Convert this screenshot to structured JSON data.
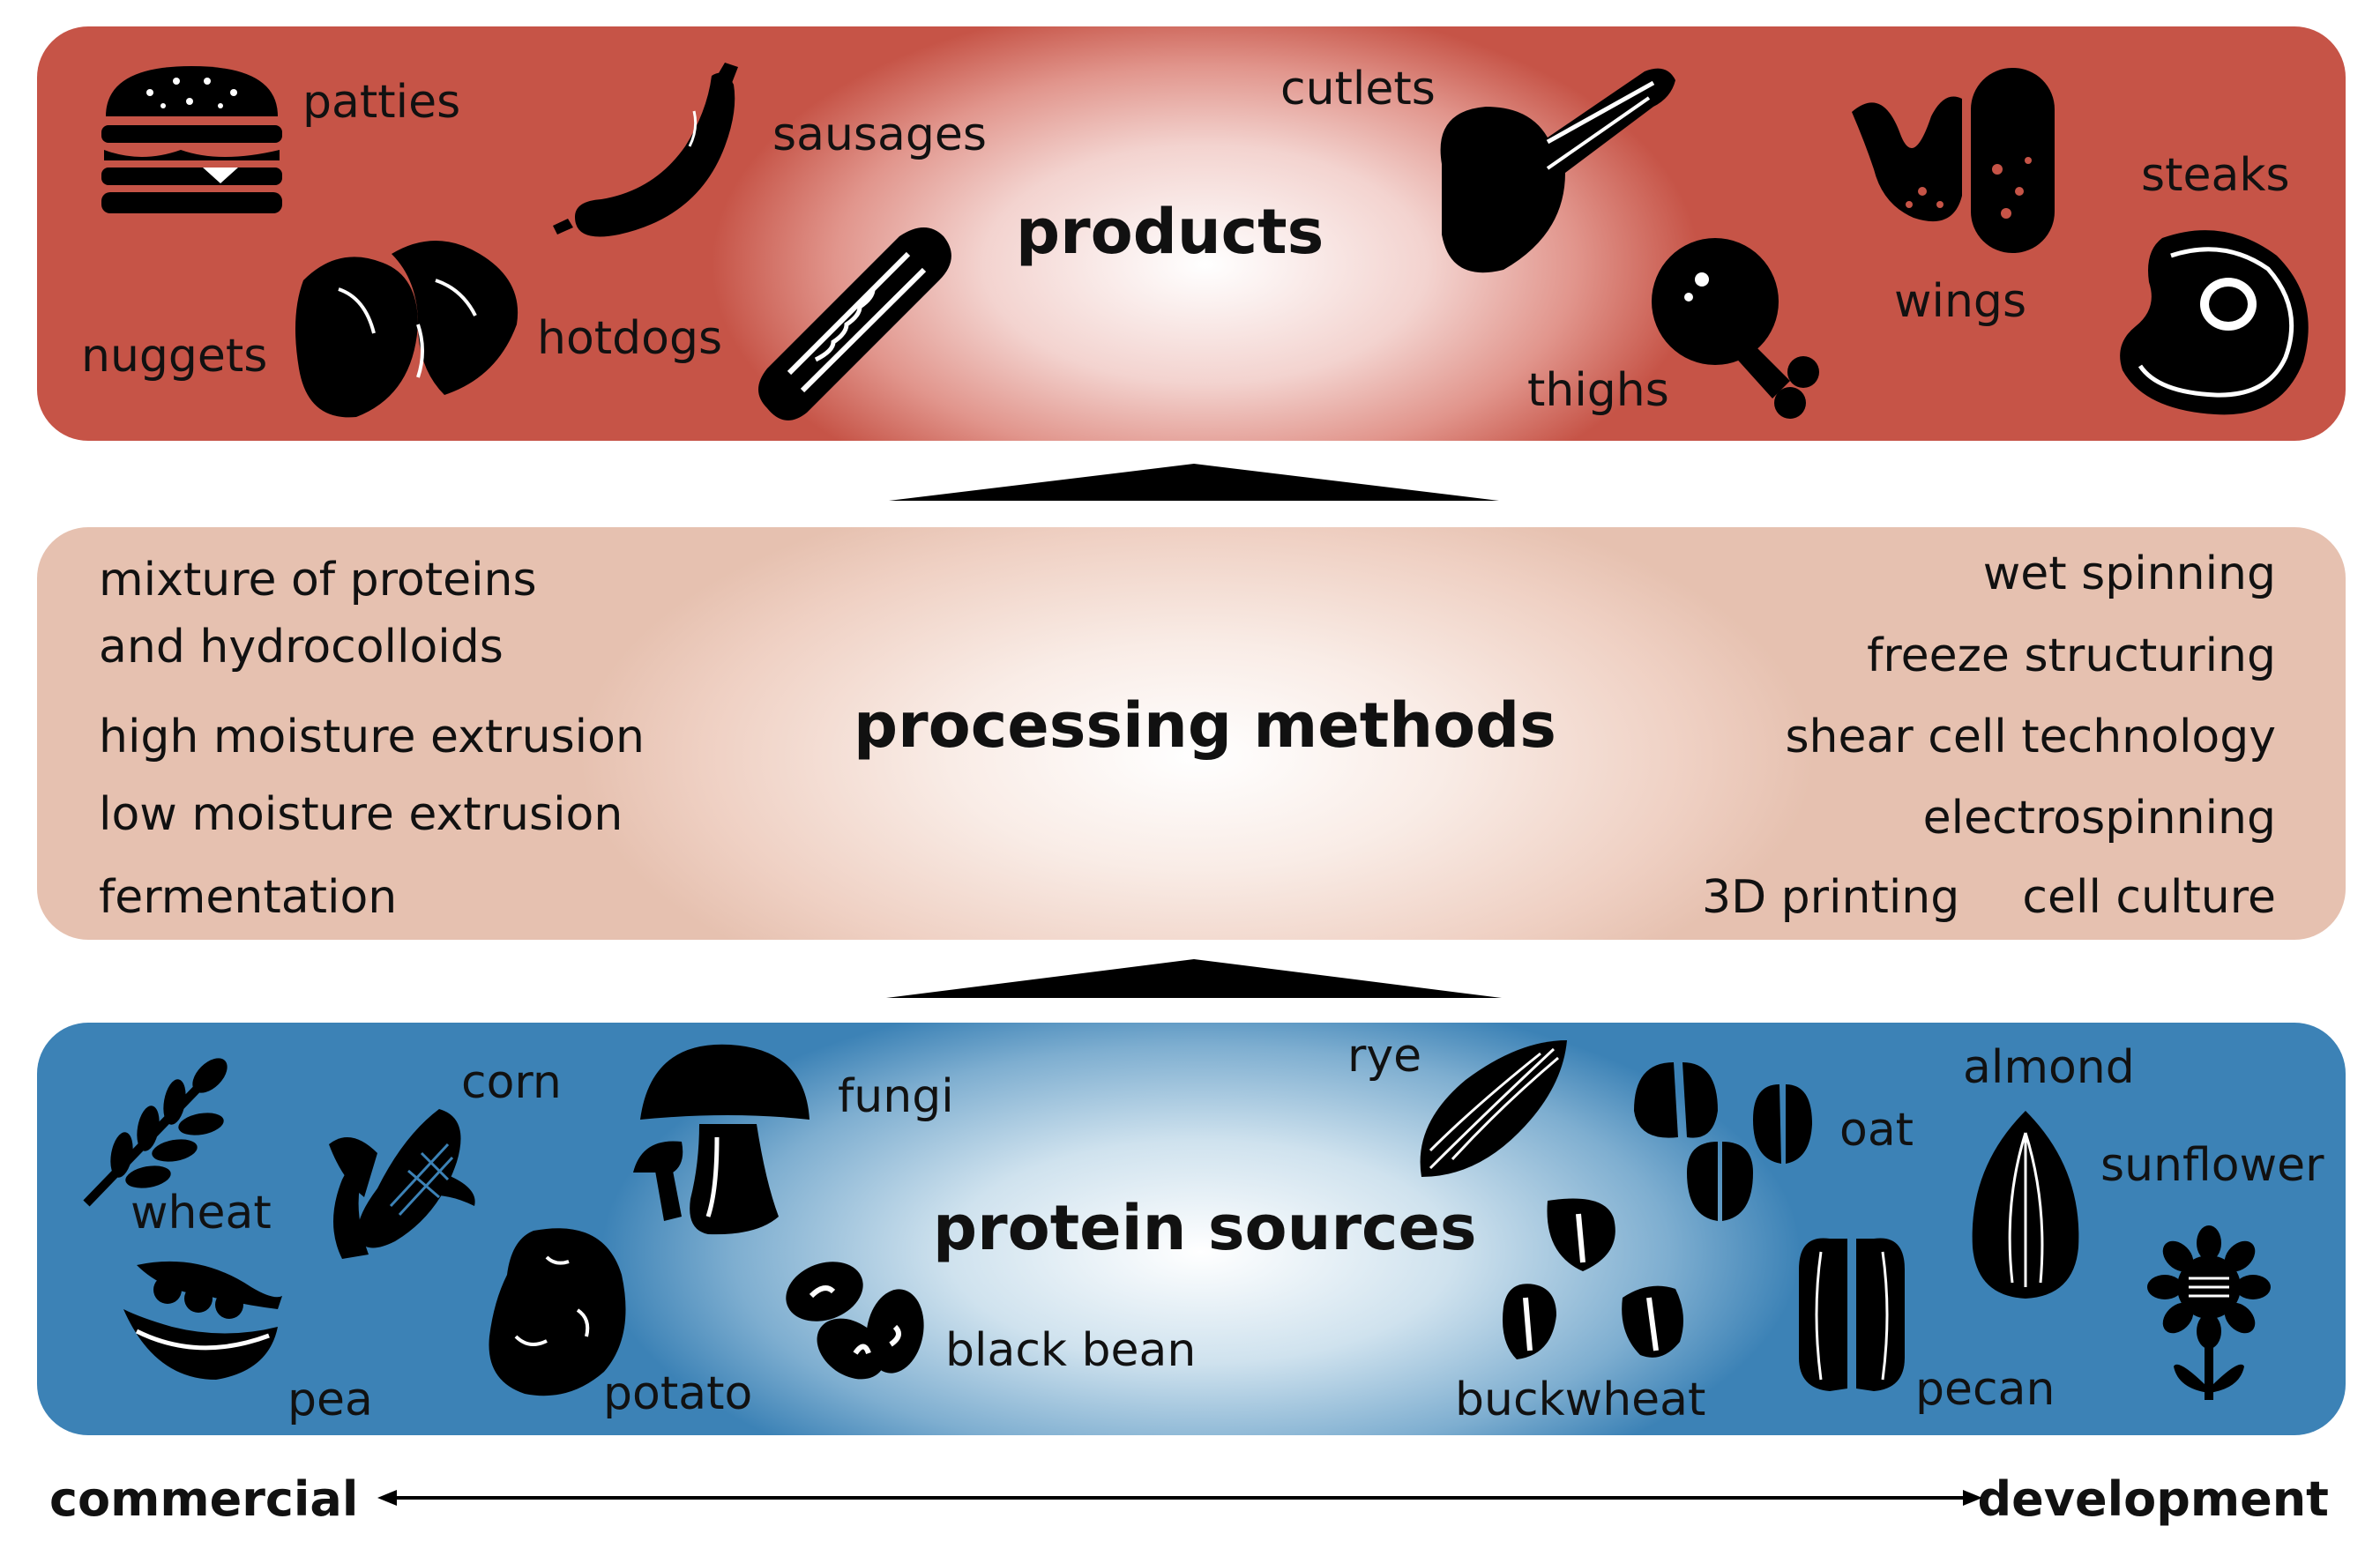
{
  "products": {
    "title": "products",
    "items": {
      "patties": "patties",
      "sausages": "sausages",
      "cutlets": "cutlets",
      "nuggets": "nuggets",
      "hotdogs": "hotdogs",
      "thighs": "thighs",
      "wings": "wings",
      "steaks": "steaks"
    },
    "icons": [
      "burger-icon",
      "sausage-icon",
      "nuggets-icon",
      "hotdog-icon",
      "cutlet-icon",
      "drumstick-icon",
      "wings-icon",
      "steak-icon"
    ]
  },
  "methods": {
    "title": "processing methods",
    "left": {
      "mixture_line1": "mixture of proteins",
      "mixture_line2": "and hydrocolloids",
      "hme": "high moisture extrusion",
      "lme": "low moisture extrusion",
      "fermentation": "fermentation"
    },
    "right": {
      "wet_spinning": "wet spinning",
      "freeze": "freeze structuring",
      "shear": "shear cell technology",
      "electro": "electrospinning",
      "printing": "3D printing",
      "culture": "cell culture"
    }
  },
  "sources": {
    "title": "protein sources",
    "items": {
      "wheat": "wheat",
      "corn": "corn",
      "fungi": "fungi",
      "pea": "pea",
      "potato": "potato",
      "black_bean": "black bean",
      "rye": "rye",
      "oat": "oat",
      "almond": "almond",
      "sunflower": "sunflower",
      "buckwheat": "buckwheat",
      "pecan": "pecan"
    },
    "icons": [
      "wheat-icon",
      "corn-icon",
      "mushroom-icon",
      "pea-pod-icon",
      "potato-icon",
      "black-bean-icon",
      "rye-seed-icon",
      "oat-icon",
      "buckwheat-icon",
      "pecan-icon",
      "almond-icon",
      "sunflower-icon"
    ]
  },
  "axis": {
    "left": "commercial",
    "right": "development"
  },
  "colors": {
    "products_accent": "#c65447",
    "methods_accent": "#e6c1b0",
    "sources_accent": "#3c82b6",
    "icon_fill": "#000000"
  }
}
